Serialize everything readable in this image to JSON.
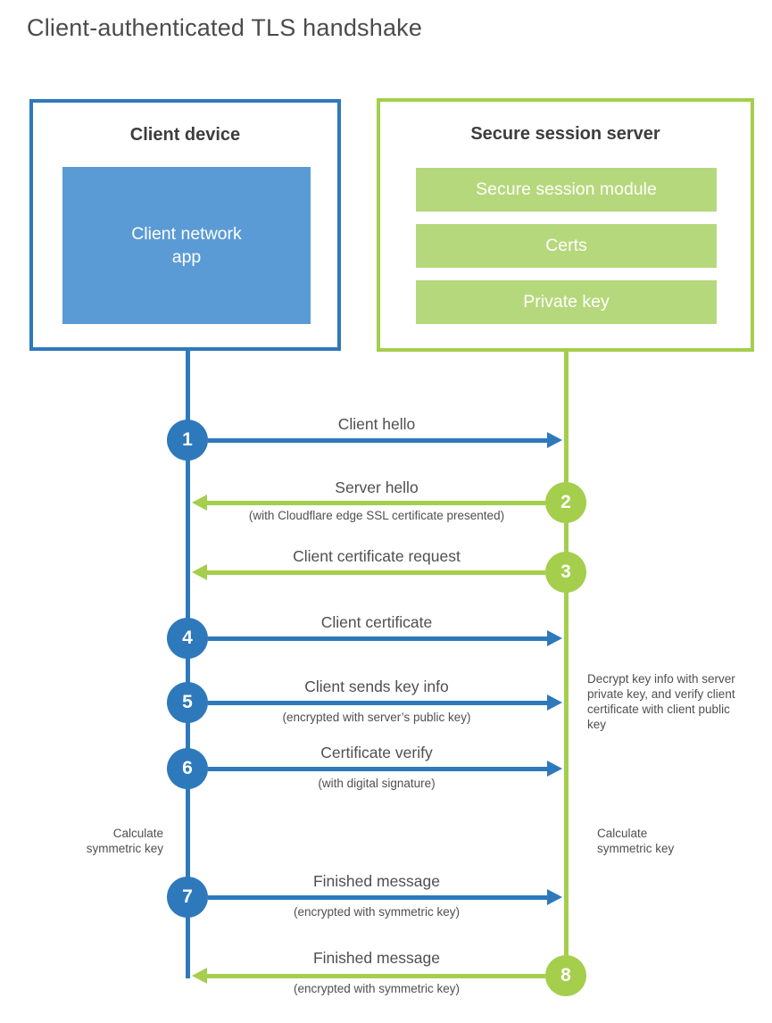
{
  "title": "Client-authenticated TLS handshake",
  "client_box": {
    "title": "Client device",
    "app_label": "Client network app"
  },
  "server_box": {
    "title": "Secure session server",
    "modules": [
      "Secure session module",
      "Certs",
      "Private key"
    ]
  },
  "messages": [
    {
      "num": "1",
      "from": "client",
      "to": "server",
      "label": "Client hello",
      "sub": ""
    },
    {
      "num": "2",
      "from": "server",
      "to": "client",
      "label": "Server hello",
      "sub": "(with Cloudflare edge SSL certificate presented)"
    },
    {
      "num": "3",
      "from": "server",
      "to": "client",
      "label": "Client certificate request",
      "sub": ""
    },
    {
      "num": "4",
      "from": "client",
      "to": "server",
      "label": "Client certificate",
      "sub": ""
    },
    {
      "num": "5",
      "from": "client",
      "to": "server",
      "label": "Client sends key info",
      "sub": "(encrypted with server’s public key)"
    },
    {
      "num": "6",
      "from": "client",
      "to": "server",
      "label": "Certificate verify",
      "sub": "(with digital signature)"
    },
    {
      "num": "7",
      "from": "client",
      "to": "server",
      "label": "Finished message",
      "sub": "(encrypted with symmetric key)"
    },
    {
      "num": "8",
      "from": "server",
      "to": "client",
      "label": "Finished message",
      "sub": "(encrypted with symmetric key)"
    }
  ],
  "notes": {
    "decrypt": "Decrypt key info with server private key, and verify client certificate with client public key",
    "calc_left": "Calculate symmetric key",
    "calc_right": "Calculate symmetric key"
  },
  "colors": {
    "blue": "#2e79bb",
    "blue_light": "#5b9bd5",
    "green": "#a4ce4c",
    "green_light": "#b6d87c"
  }
}
